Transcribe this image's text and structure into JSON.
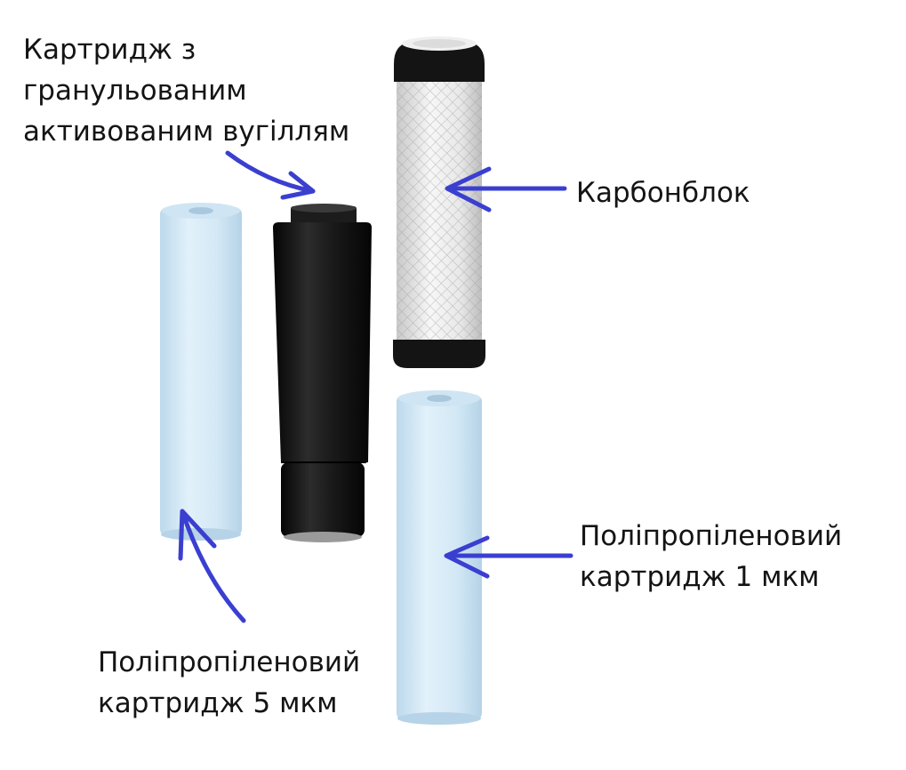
{
  "labels": {
    "gac": [
      "Картридж з",
      "гранульованим",
      "активованим вугіллям"
    ],
    "carbon_block": [
      "Карбонблок"
    ],
    "pp_1um": [
      "Поліпропіленовий",
      "картридж 1 мкм"
    ],
    "pp_5um": [
      "Поліпропіленовий",
      "картридж 5 мкм"
    ]
  },
  "colors": {
    "arrow": "#3a3fd0",
    "text": "#141414",
    "pp_cartridge": "#d4e9f5",
    "gac_cartridge": "#151515",
    "carbon_block": "#f1f1f1"
  }
}
